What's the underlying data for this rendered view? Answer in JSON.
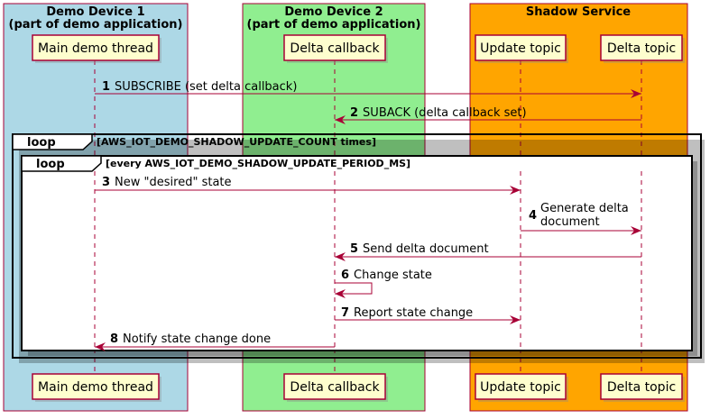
{
  "boxes": [
    {
      "title_line1": "Demo Device 1",
      "title_line2": "(part of demo application)",
      "color": "#ADD8E6"
    },
    {
      "title_line1": "Demo Device 2",
      "title_line2": "(part of demo application)",
      "color": "#90EE90"
    },
    {
      "title_line1": "Shadow Service",
      "title_line2": "",
      "color": "#FFA500"
    }
  ],
  "participants": [
    {
      "label": "Main demo thread"
    },
    {
      "label": "Delta callback"
    },
    {
      "label": "Update topic"
    },
    {
      "label": "Delta topic"
    }
  ],
  "loops": [
    {
      "keyword": "loop",
      "condition": "[AWS_IOT_DEMO_SHADOW_UPDATE_COUNT times]"
    },
    {
      "keyword": "loop",
      "condition": "[every AWS_IOT_DEMO_SHADOW_UPDATE_PERIOD_MS]"
    }
  ],
  "messages": [
    {
      "num": "1",
      "text": "SUBSCRIBE (set delta callback)",
      "text2": ""
    },
    {
      "num": "2",
      "text": "SUBACK (delta callback set)",
      "text2": ""
    },
    {
      "num": "3",
      "text": "New \"desired\" state",
      "text2": ""
    },
    {
      "num": "4",
      "text": "Generate delta",
      "text2": "document"
    },
    {
      "num": "5",
      "text": "Send delta document",
      "text2": ""
    },
    {
      "num": "6",
      "text": "Change state",
      "text2": ""
    },
    {
      "num": "7",
      "text": "Report state change",
      "text2": ""
    },
    {
      "num": "8",
      "text": "Notify state change done",
      "text2": ""
    }
  ],
  "colors": {
    "participant_fill": "#FEFECE",
    "participant_border": "#A80036",
    "arrow": "#A80036",
    "lifeline": "#A80036"
  }
}
